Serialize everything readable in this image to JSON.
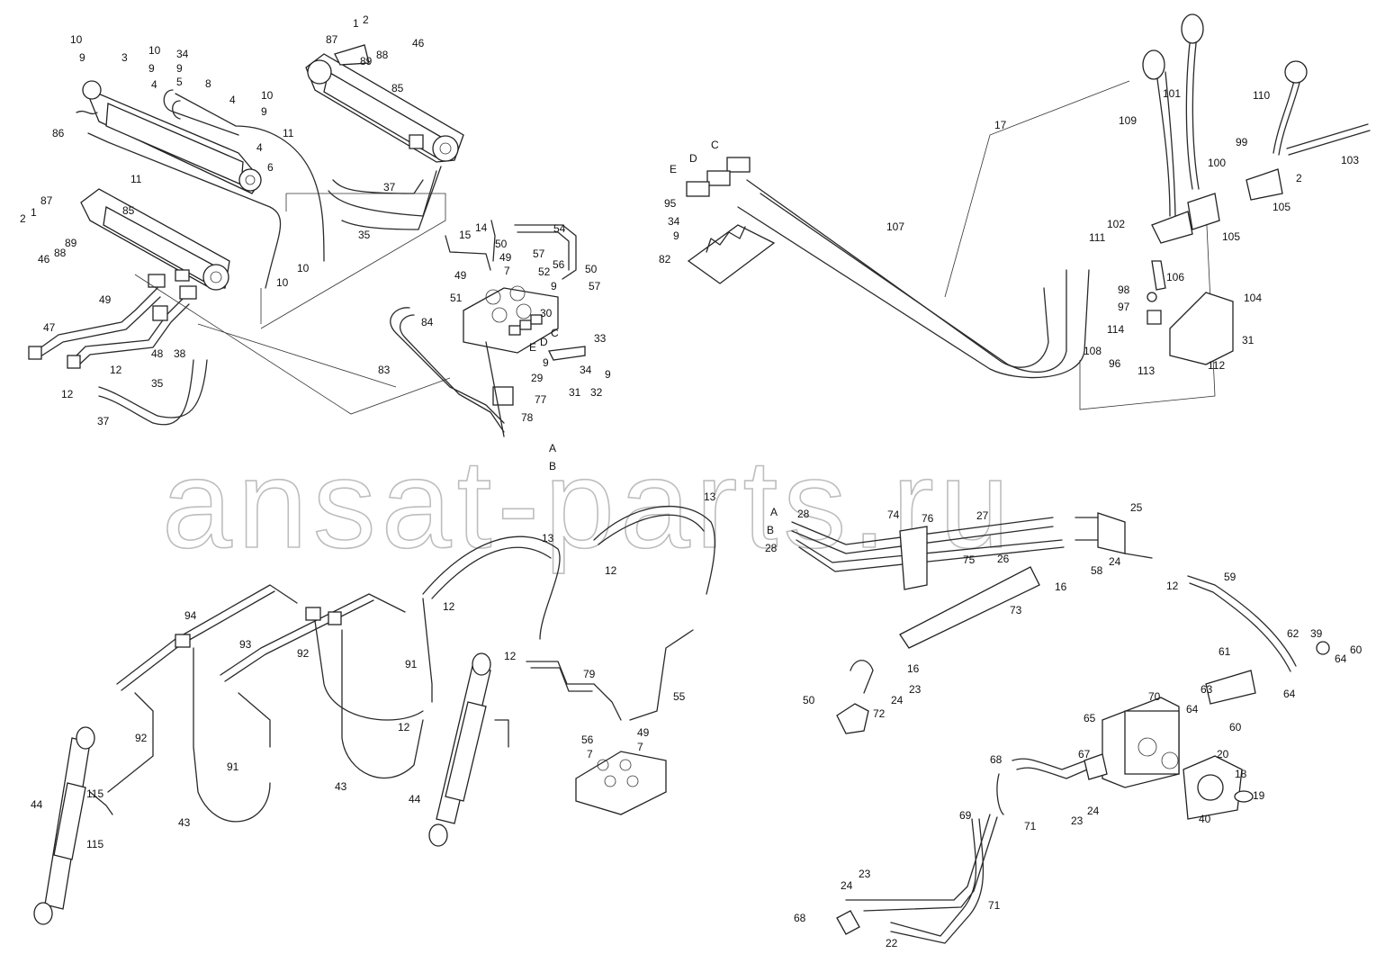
{
  "watermark": "ansat-parts.ru",
  "callouts": [
    {
      "t": "10"
    },
    {
      "t": "9"
    },
    {
      "t": "3"
    },
    {
      "t": "10"
    },
    {
      "t": "9"
    },
    {
      "t": "34"
    },
    {
      "t": "9"
    },
    {
      "t": "5"
    },
    {
      "t": "4"
    },
    {
      "t": "8"
    },
    {
      "t": "4"
    },
    {
      "t": "10"
    },
    {
      "t": "9"
    },
    {
      "t": "86"
    },
    {
      "t": "4"
    },
    {
      "t": "11"
    },
    {
      "t": "6"
    },
    {
      "t": "11"
    },
    {
      "t": "1"
    },
    {
      "t": "2"
    },
    {
      "t": "87"
    },
    {
      "t": "89"
    },
    {
      "t": "88"
    },
    {
      "t": "46"
    },
    {
      "t": "85"
    },
    {
      "t": "37"
    },
    {
      "t": "35"
    },
    {
      "t": "10"
    },
    {
      "t": "10"
    },
    {
      "t": "87"
    },
    {
      "t": "2"
    },
    {
      "t": "1"
    },
    {
      "t": "85"
    },
    {
      "t": "46"
    },
    {
      "t": "88"
    },
    {
      "t": "89"
    },
    {
      "t": "49"
    },
    {
      "t": "47"
    },
    {
      "t": "48"
    },
    {
      "t": "38"
    },
    {
      "t": "12"
    },
    {
      "t": "35"
    },
    {
      "t": "12"
    },
    {
      "t": "37"
    },
    {
      "t": "15"
    },
    {
      "t": "14"
    },
    {
      "t": "54"
    },
    {
      "t": "50"
    },
    {
      "t": "49"
    },
    {
      "t": "57"
    },
    {
      "t": "7"
    },
    {
      "t": "56"
    },
    {
      "t": "50"
    },
    {
      "t": "49"
    },
    {
      "t": "52"
    },
    {
      "t": "9"
    },
    {
      "t": "57"
    },
    {
      "t": "51"
    },
    {
      "t": "30"
    },
    {
      "t": "84"
    },
    {
      "t": "C"
    },
    {
      "t": "D"
    },
    {
      "t": "E"
    },
    {
      "t": "83"
    },
    {
      "t": "33"
    },
    {
      "t": "9"
    },
    {
      "t": "34"
    },
    {
      "t": "9"
    },
    {
      "t": "29"
    },
    {
      "t": "31"
    },
    {
      "t": "32"
    },
    {
      "t": "77"
    },
    {
      "t": "78"
    },
    {
      "t": "A"
    },
    {
      "t": "B"
    },
    {
      "t": "17"
    },
    {
      "t": "C"
    },
    {
      "t": "D"
    },
    {
      "t": "E"
    },
    {
      "t": "95"
    },
    {
      "t": "34"
    },
    {
      "t": "9"
    },
    {
      "t": "82"
    },
    {
      "t": "107"
    },
    {
      "t": "109"
    },
    {
      "t": "101"
    },
    {
      "t": "110"
    },
    {
      "t": "103"
    },
    {
      "t": "99"
    },
    {
      "t": "100"
    },
    {
      "t": "2"
    },
    {
      "t": "105"
    },
    {
      "t": "102"
    },
    {
      "t": "105"
    },
    {
      "t": "111"
    },
    {
      "t": "106"
    },
    {
      "t": "98"
    },
    {
      "t": "97"
    },
    {
      "t": "104"
    },
    {
      "t": "114"
    },
    {
      "t": "31"
    },
    {
      "t": "108"
    },
    {
      "t": "96"
    },
    {
      "t": "113"
    },
    {
      "t": "112"
    },
    {
      "t": "13"
    },
    {
      "t": "13"
    },
    {
      "t": "12"
    },
    {
      "t": "94"
    },
    {
      "t": "93"
    },
    {
      "t": "92"
    },
    {
      "t": "12"
    },
    {
      "t": "91"
    },
    {
      "t": "12"
    },
    {
      "t": "79"
    },
    {
      "t": "55"
    },
    {
      "t": "92"
    },
    {
      "t": "91"
    },
    {
      "t": "12"
    },
    {
      "t": "56"
    },
    {
      "t": "49"
    },
    {
      "t": "7"
    },
    {
      "t": "7"
    },
    {
      "t": "43"
    },
    {
      "t": "44"
    },
    {
      "t": "115"
    },
    {
      "t": "115"
    },
    {
      "t": "43"
    },
    {
      "t": "44"
    },
    {
      "t": "A"
    },
    {
      "t": "28"
    },
    {
      "t": "B"
    },
    {
      "t": "28"
    },
    {
      "t": "74"
    },
    {
      "t": "76"
    },
    {
      "t": "27"
    },
    {
      "t": "25"
    },
    {
      "t": "26"
    },
    {
      "t": "75"
    },
    {
      "t": "58"
    },
    {
      "t": "24"
    },
    {
      "t": "16"
    },
    {
      "t": "12"
    },
    {
      "t": "59"
    },
    {
      "t": "73"
    },
    {
      "t": "16"
    },
    {
      "t": "24"
    },
    {
      "t": "23"
    },
    {
      "t": "50"
    },
    {
      "t": "72"
    },
    {
      "t": "62"
    },
    {
      "t": "39"
    },
    {
      "t": "60"
    },
    {
      "t": "64"
    },
    {
      "t": "61"
    },
    {
      "t": "63"
    },
    {
      "t": "64"
    },
    {
      "t": "60"
    },
    {
      "t": "70"
    },
    {
      "t": "64"
    },
    {
      "t": "65"
    },
    {
      "t": "67"
    },
    {
      "t": "20"
    },
    {
      "t": "18"
    },
    {
      "t": "19"
    },
    {
      "t": "40"
    },
    {
      "t": "68"
    },
    {
      "t": "24"
    },
    {
      "t": "23"
    },
    {
      "t": "69"
    },
    {
      "t": "71"
    },
    {
      "t": "23"
    },
    {
      "t": "24"
    },
    {
      "t": "71"
    },
    {
      "t": "68"
    },
    {
      "t": "22"
    }
  ]
}
